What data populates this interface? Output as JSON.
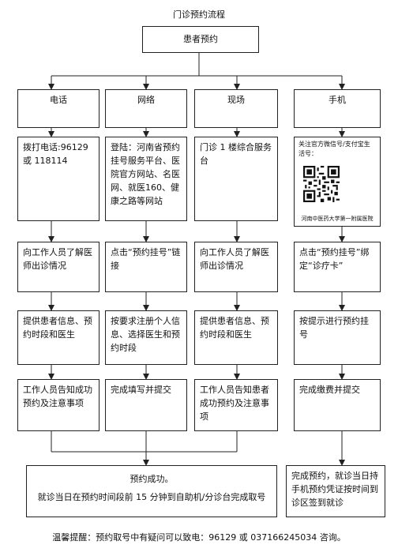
{
  "title": "门诊预约流程",
  "top_box": "患者预约",
  "channels": [
    {
      "name": "电话",
      "step1": "拨打电话:96129 或 118114",
      "step2": "向工作人员了解医师出诊情况",
      "step3": "提供患者信息、预约时段和医生",
      "step4": "工作人员告知成功预约及注意事项"
    },
    {
      "name": "网络",
      "step1": "登陆：河南省预约挂号服务平台、医院官方网站、名医网、就医160、健康之路等网站",
      "step2": "点击“预约挂号”链接",
      "step3": "按要求注册个人信息、选择医生和预约时段",
      "step4": "完成填写并提交"
    },
    {
      "name": "现场",
      "step1": "门诊 1 楼综合服务台",
      "step2": "向工作人员了解医师出诊情况",
      "step3": "提供患者信息、预约时段和医生",
      "step4": "工作人员告知患者成功预约及注意事项"
    },
    {
      "name": "手机",
      "step1": "关注官方微信号/支付宝生活号：",
      "step1_caption": "河南中医药大学第一附属医院",
      "step2": "点击“预约挂号”绑定“诊疗卡”",
      "step3": "按提示进行预约挂号",
      "step4": "完成缴费并提交"
    }
  ],
  "result_left": {
    "line1": "预约成功。",
    "line2": "就诊当日在预约时间段前 15 分钟到自助机/分诊台完成取号"
  },
  "result_right": "完成预约，就诊当日持手机预约凭证按时间到诊区签到就诊",
  "footer": "温馨提醒：预约取号中有疑问可以致电：96129 或 037166245034 咨询。"
}
